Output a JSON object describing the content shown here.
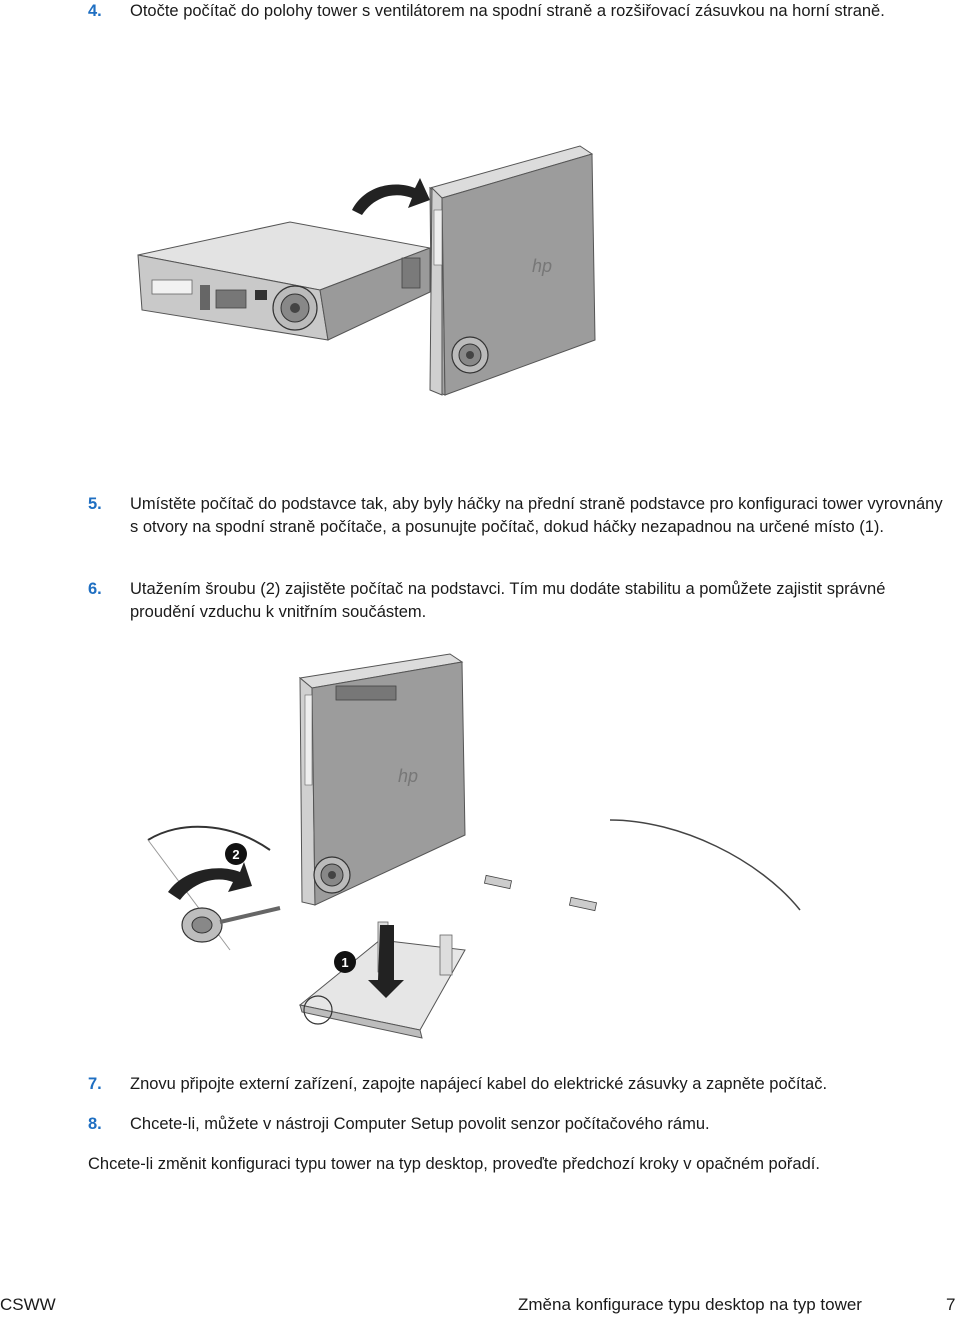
{
  "steps": [
    {
      "number": "4.",
      "text": "Otočte počítač do polohy tower s ventilátorem na spodní straně a rozšiřovací zásuvkou na horní straně."
    },
    {
      "number": "5.",
      "text": "Umístěte počítač do podstavce tak, aby byly háčky na přední straně podstavce pro konfiguraci tower vyrovnány s otvory na spodní straně počítače, a posunujte počítač, dokud háčky nezapadnou na určené místo (1)."
    },
    {
      "number": "6.",
      "text": "Utažením šroubu (2) zajistěte počítač na podstavci. Tím mu dodáte stabilitu a pomůžete zajistit správné proudění vzduchu k vnitřním součástem."
    },
    {
      "number": "7.",
      "text": "Znovu připojte externí zařízení, zapojte napájecí kabel do elektrické zásuvky a zapněte počítač."
    },
    {
      "number": "8.",
      "text": "Chcete-li, můžete v nástroji Computer Setup povolit senzor počítačového rámu."
    }
  ],
  "closing_paragraph": "Chcete-li změnit konfiguraci typu tower na typ desktop, proveďte předchozí kroky v opačném pořadí.",
  "figure2_callouts": {
    "screw": "2",
    "hook": "1"
  },
  "footer": {
    "left": "CSWW",
    "title": "Změna konfigurace typu desktop na typ tower",
    "page": "7"
  },
  "colors": {
    "step_number": "#1f6fc2"
  }
}
